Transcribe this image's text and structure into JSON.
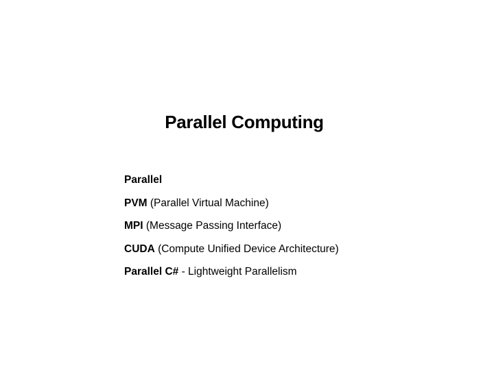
{
  "slide": {
    "title": "Parallel Computing",
    "items": [
      {
        "term": "Parallel",
        "desc": ""
      },
      {
        "term": "PVM",
        "desc": " (Parallel Virtual Machine)"
      },
      {
        "term": "MPI",
        "desc": " (Message Passing Interface)"
      },
      {
        "term": "CUDA",
        "desc": " (Compute Unified Device Architecture)"
      },
      {
        "term": "Parallel C#",
        "desc": " - Lightweight Parallelism"
      }
    ]
  }
}
